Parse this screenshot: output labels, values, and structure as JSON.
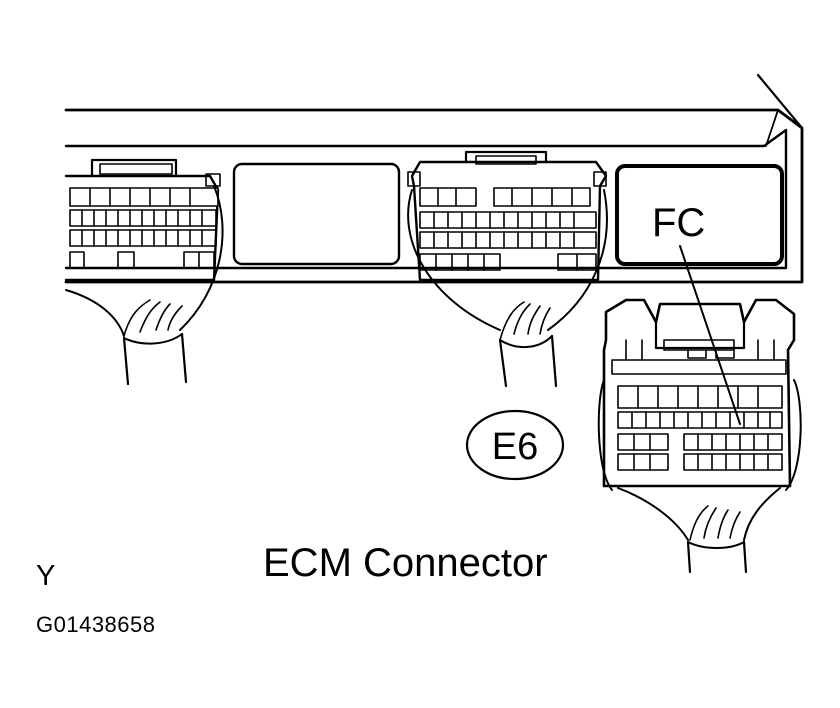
{
  "labels": {
    "fc": "FC",
    "e6": "E6",
    "caption": "ECM Connector",
    "corner_letter": "Y",
    "figure_code": "G01438658"
  },
  "colors": {
    "ink": "#000000",
    "paper": "#ffffff"
  }
}
